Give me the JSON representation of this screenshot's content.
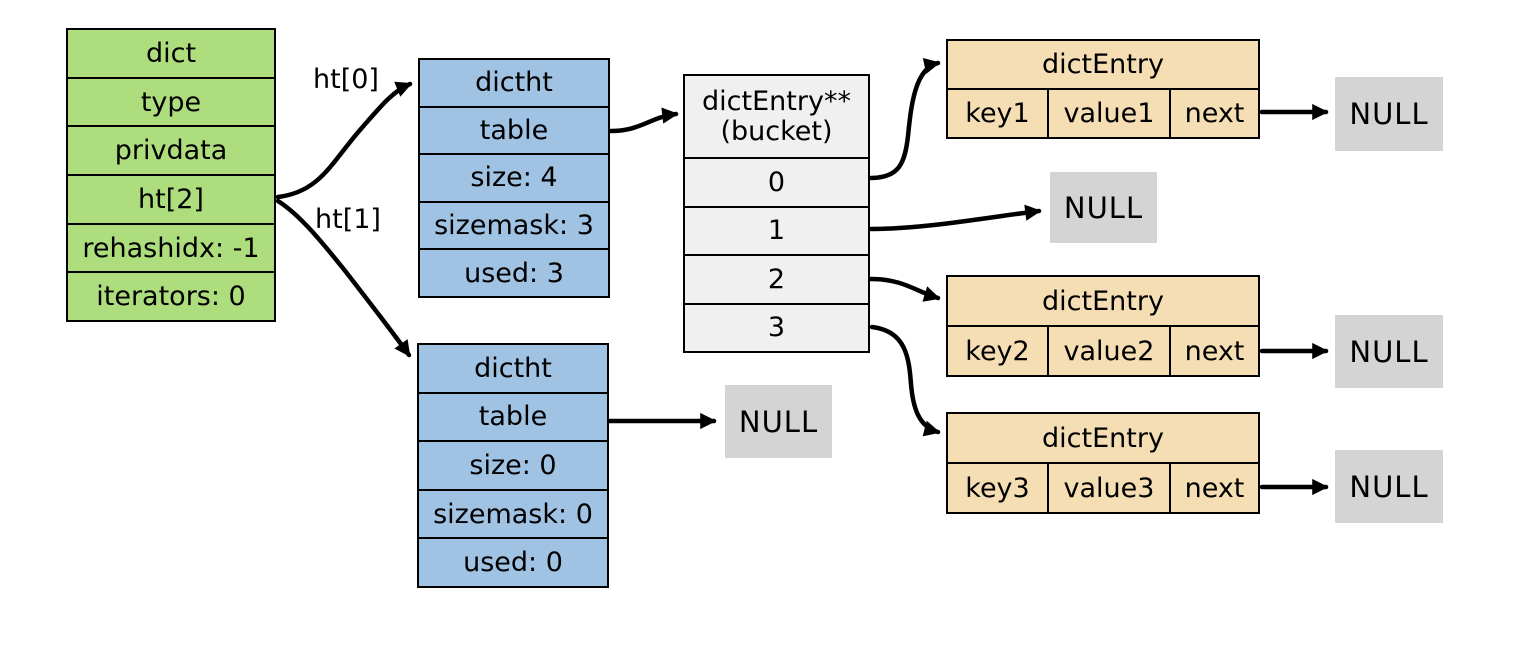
{
  "colors": {
    "background": "#ffffff",
    "dict_fill": "#aedd7d",
    "dictht_fill": "#a0c2e3",
    "entry_fill": "#f5deb3",
    "bucket_fill": "#f0f0f0",
    "null_fill": "#d4d4d4",
    "border": "#000000",
    "arrow": "#000000"
  },
  "dict_box": {
    "rows": [
      "dict",
      "type",
      "privdata",
      "ht[2]",
      "rehashidx: -1",
      "iterators: 0"
    ]
  },
  "edge_labels": {
    "ht0": "ht[0]",
    "ht1": "ht[1]"
  },
  "hash_tables": [
    {
      "rows": [
        "dictht",
        "table",
        "size: 4",
        "sizemask: 3",
        "used: 3"
      ]
    },
    {
      "rows": [
        "dictht",
        "table",
        "size: 0",
        "sizemask: 0",
        "used: 0"
      ]
    }
  ],
  "bucket": {
    "header_line1": "dictEntry**",
    "header_line2": "(bucket)",
    "slots": [
      "0",
      "1",
      "2",
      "3"
    ]
  },
  "entries": [
    {
      "title": "dictEntry",
      "key": "key1",
      "value": "value1",
      "next": "next"
    },
    {
      "title": "dictEntry",
      "key": "key2",
      "value": "value2",
      "next": "next"
    },
    {
      "title": "dictEntry",
      "key": "key3",
      "value": "value3",
      "next": "next"
    }
  ],
  "null_label": "NULL"
}
